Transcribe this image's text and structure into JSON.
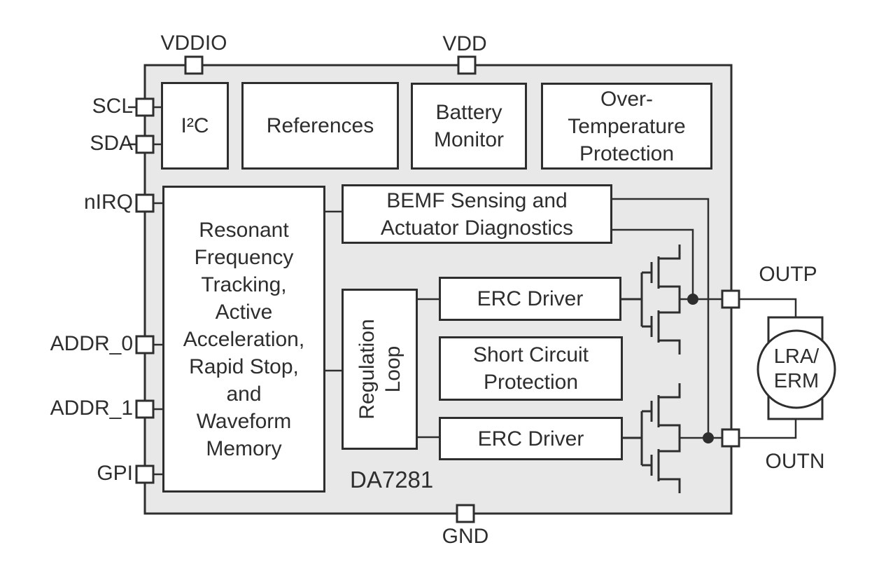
{
  "diagram": {
    "chip_label": "DA7281",
    "pins": {
      "vddio": "VDDIO",
      "vdd": "VDD",
      "gnd": "GND",
      "scl": "SCL",
      "sda": "SDA",
      "nirq": "nIRQ",
      "addr0": "ADDR_0",
      "addr1": "ADDR_1",
      "gpi": "GPI",
      "outp": "OUTP",
      "outn": "OUTN"
    },
    "blocks": {
      "i2c": "I²C",
      "references": "References",
      "battery_monitor": [
        "Battery",
        "Monitor"
      ],
      "over_temperature": [
        "Over-",
        "Temperature",
        "Protection"
      ],
      "resonant_engine": [
        "Resonant",
        "Frequency",
        "Tracking,",
        "Active",
        "Acceleration,",
        "Rapid Stop,",
        "and",
        "Waveform",
        "Memory"
      ],
      "bemf": [
        "BEMF Sensing and",
        "Actuator Diagnostics"
      ],
      "regulation_loop": [
        "Regulation",
        "Loop"
      ],
      "erc_driver_top": "ERC Driver",
      "short_circuit": [
        "Short Circuit",
        "Protection"
      ],
      "erc_driver_bottom": "ERC Driver"
    },
    "load": [
      "LRA/",
      "ERM"
    ],
    "colors": {
      "line": "#2e2e2e",
      "chip_fill": "#e8e8e8",
      "block_fill": "#ffffff",
      "background": "#ffffff"
    }
  }
}
